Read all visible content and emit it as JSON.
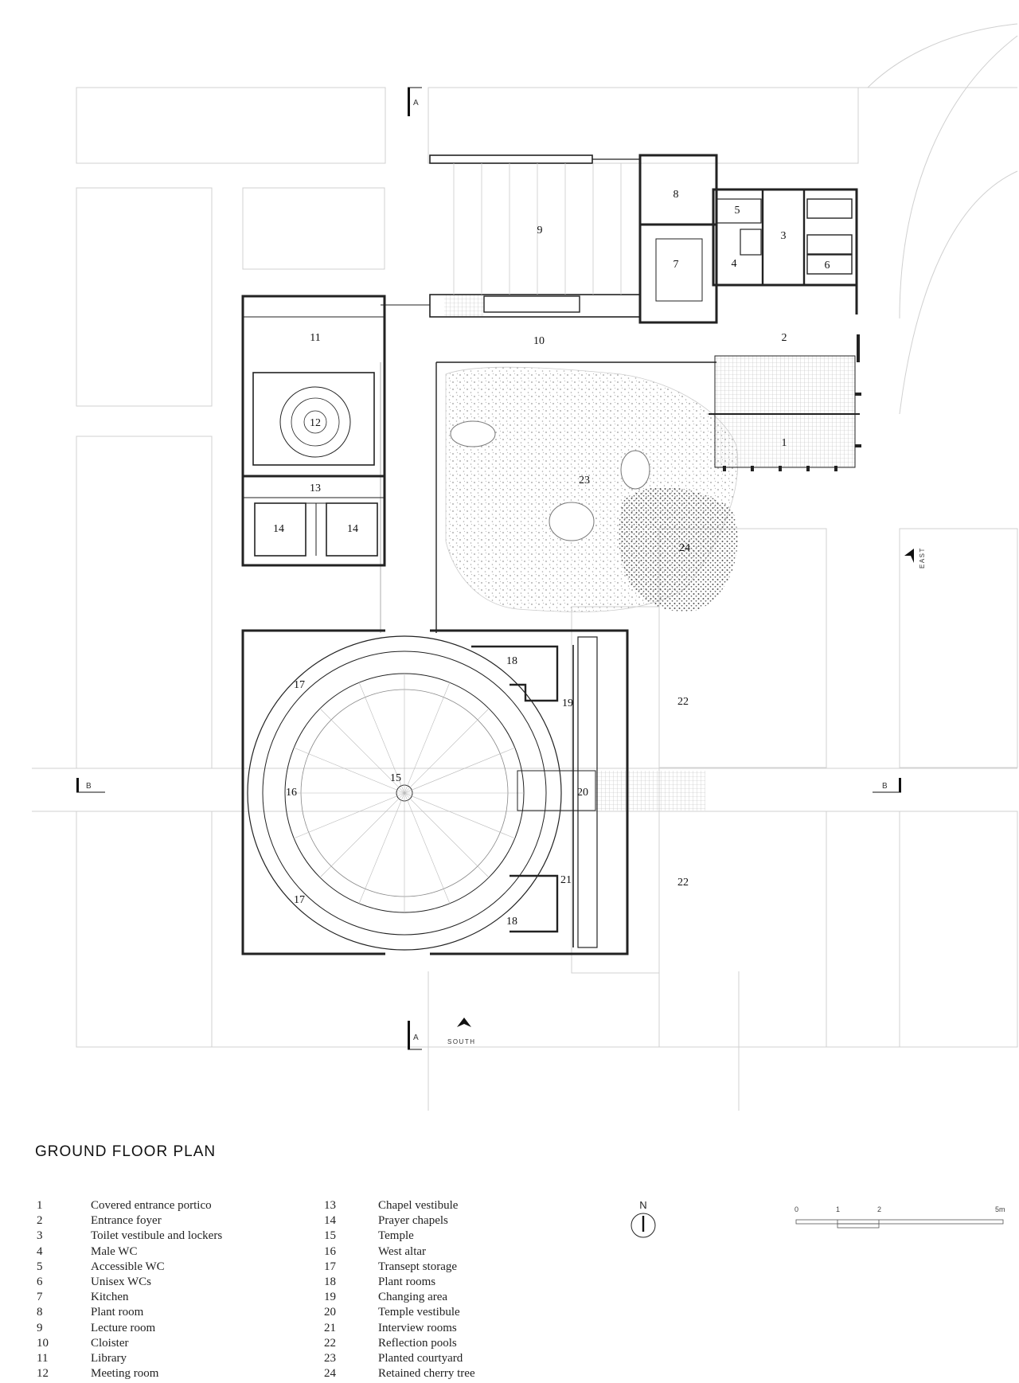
{
  "title": "GROUND FLOOR PLAN",
  "rooms": [
    {
      "num": "1",
      "name": "Covered entrance portico"
    },
    {
      "num": "2",
      "name": "Entrance foyer"
    },
    {
      "num": "3",
      "name": "Toilet vestibule and lockers"
    },
    {
      "num": "4",
      "name": "Male WC"
    },
    {
      "num": "5",
      "name": "Accessible WC"
    },
    {
      "num": "6",
      "name": "Unisex WCs"
    },
    {
      "num": "7",
      "name": "Kitchen"
    },
    {
      "num": "8",
      "name": "Plant room"
    },
    {
      "num": "9",
      "name": "Lecture room"
    },
    {
      "num": "10",
      "name": "Cloister"
    },
    {
      "num": "11",
      "name": "Library"
    },
    {
      "num": "12",
      "name": "Meeting room"
    },
    {
      "num": "13",
      "name": "Chapel vestibule"
    },
    {
      "num": "14",
      "name": "Prayer chapels"
    },
    {
      "num": "15",
      "name": "Temple"
    },
    {
      "num": "16",
      "name": "West altar"
    },
    {
      "num": "17",
      "name": "Transept storage"
    },
    {
      "num": "18",
      "name": "Plant rooms"
    },
    {
      "num": "19",
      "name": "Changing area"
    },
    {
      "num": "20",
      "name": "Temple vestibule"
    },
    {
      "num": "21",
      "name": "Interview rooms"
    },
    {
      "num": "22",
      "name": "Reflection pools"
    },
    {
      "num": "23",
      "name": "Planted courtyard"
    },
    {
      "num": "24",
      "name": "Retained cherry tree"
    }
  ],
  "section_markers": {
    "a": "A",
    "b": "B"
  },
  "compass": {
    "south": "SOUTH",
    "east": "EAST",
    "north": "N"
  },
  "scale_bar": {
    "ticks": [
      "0",
      "1",
      "2",
      "5m"
    ]
  },
  "plan_labels": {
    "r1": "1",
    "r2": "2",
    "r3": "3",
    "r4": "4",
    "r5": "5",
    "r6": "6",
    "r7": "7",
    "r8": "8",
    "r9": "9",
    "r10": "10",
    "r11": "11",
    "r12": "12",
    "r13": "13",
    "r14a": "14",
    "r14b": "14",
    "r15": "15",
    "r16": "16",
    "r17a": "17",
    "r17b": "17",
    "r18a": "18",
    "r18b": "18",
    "r19": "19",
    "r20": "20",
    "r21": "21",
    "r22a": "22",
    "r22b": "22",
    "r23": "23",
    "r24": "24"
  }
}
